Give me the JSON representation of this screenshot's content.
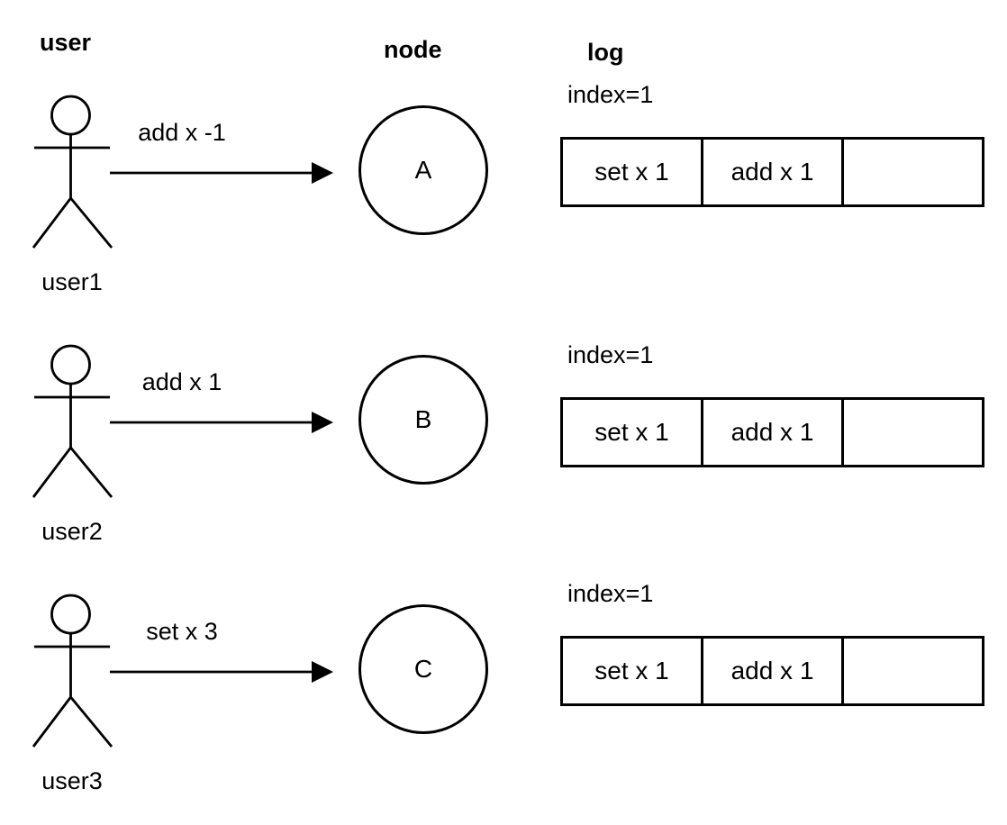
{
  "headers": {
    "user": "user",
    "node": "node",
    "log": "log"
  },
  "rows": [
    {
      "actor_label": "user1",
      "message": "add x -1",
      "node_label": "A",
      "log": {
        "index": "index=1",
        "cells": [
          "set x 1",
          "add x 1",
          ""
        ]
      }
    },
    {
      "actor_label": "user2",
      "message": "add x 1",
      "node_label": "B",
      "log": {
        "index": "index=1",
        "cells": [
          "set x 1",
          "add x 1",
          ""
        ]
      }
    },
    {
      "actor_label": "user3",
      "message": "set x 3",
      "node_label": "C",
      "log": {
        "index": "index=1",
        "cells": [
          "set x 1",
          "add x 1",
          ""
        ]
      }
    }
  ],
  "colors": {
    "ink": "#000000",
    "background": "#ffffff"
  }
}
